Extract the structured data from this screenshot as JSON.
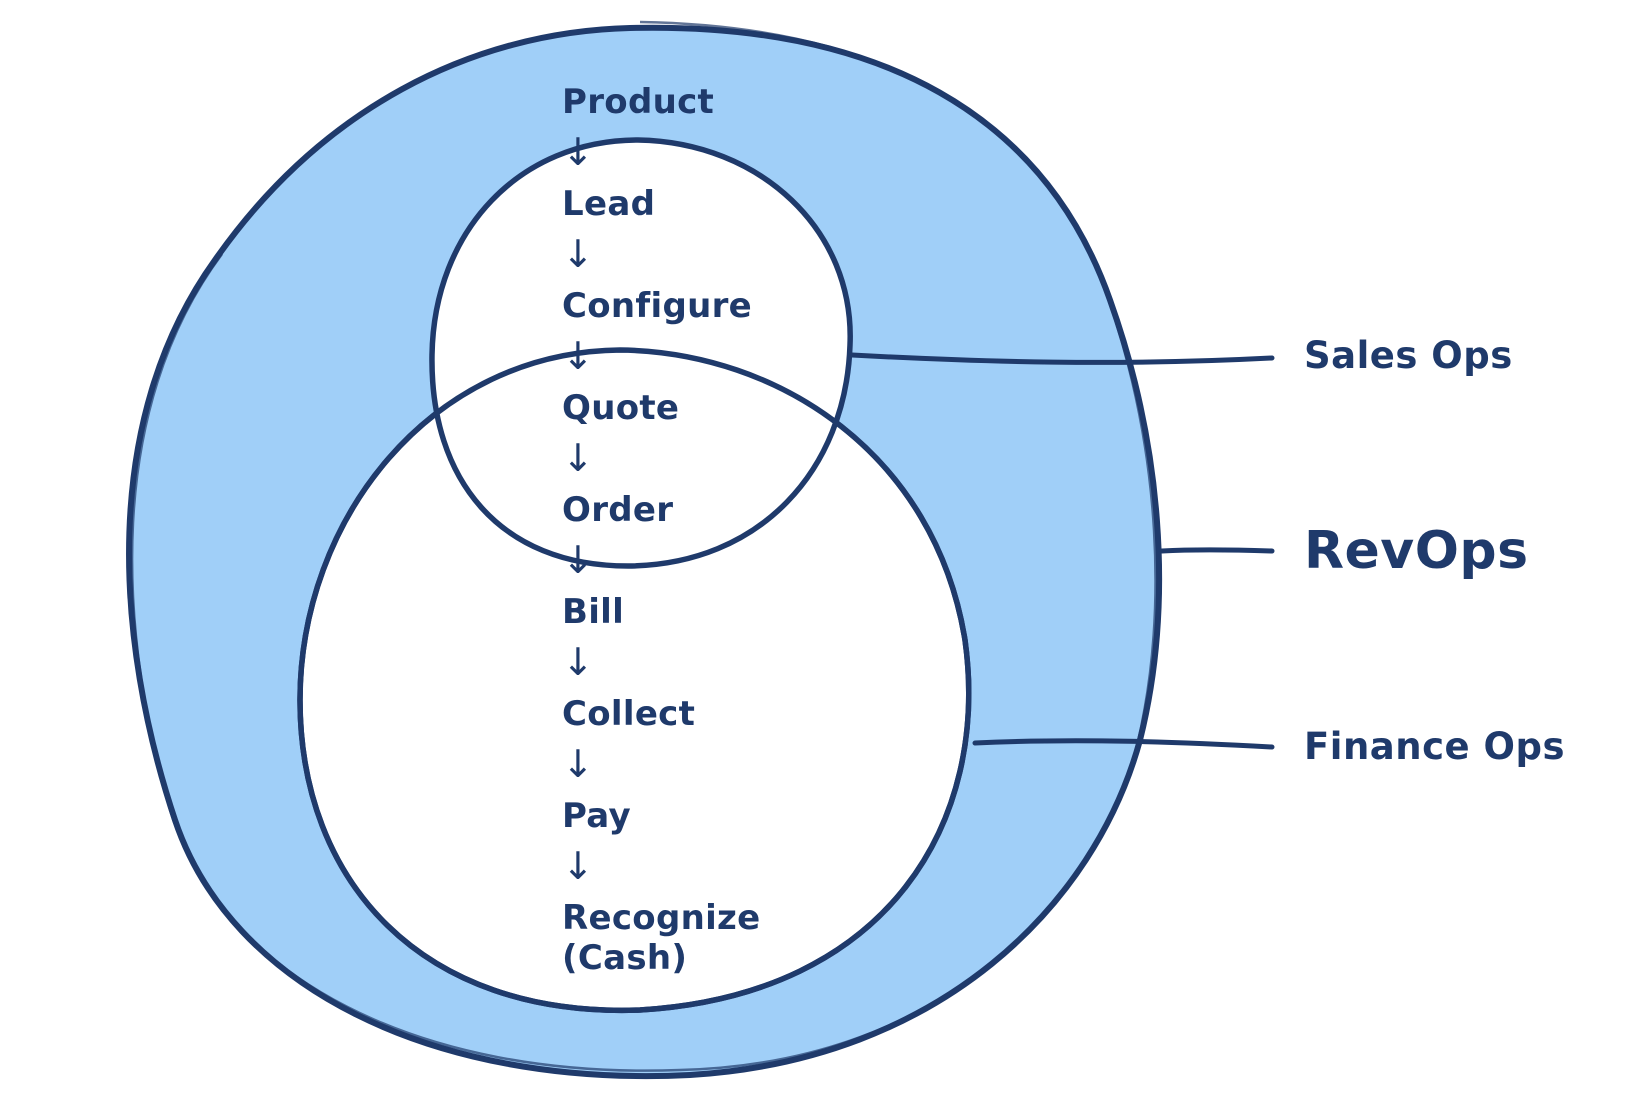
{
  "diagram": {
    "steps": [
      {
        "label": "Product"
      },
      {
        "label": "Lead"
      },
      {
        "label": "Configure"
      },
      {
        "label": "Quote"
      },
      {
        "label": "Order"
      },
      {
        "label": "Bill"
      },
      {
        "label": "Collect"
      },
      {
        "label": "Pay"
      },
      {
        "label": "Recognize\n(Cash)"
      }
    ],
    "arrow_glyph": "↓",
    "labels": {
      "sales_ops": "Sales Ops",
      "revops": "RevOps",
      "finance_ops": "Finance Ops"
    },
    "colors": {
      "outline": "#1f3a6b",
      "fill": "#a0cff8",
      "inner": "#ffffff"
    }
  }
}
